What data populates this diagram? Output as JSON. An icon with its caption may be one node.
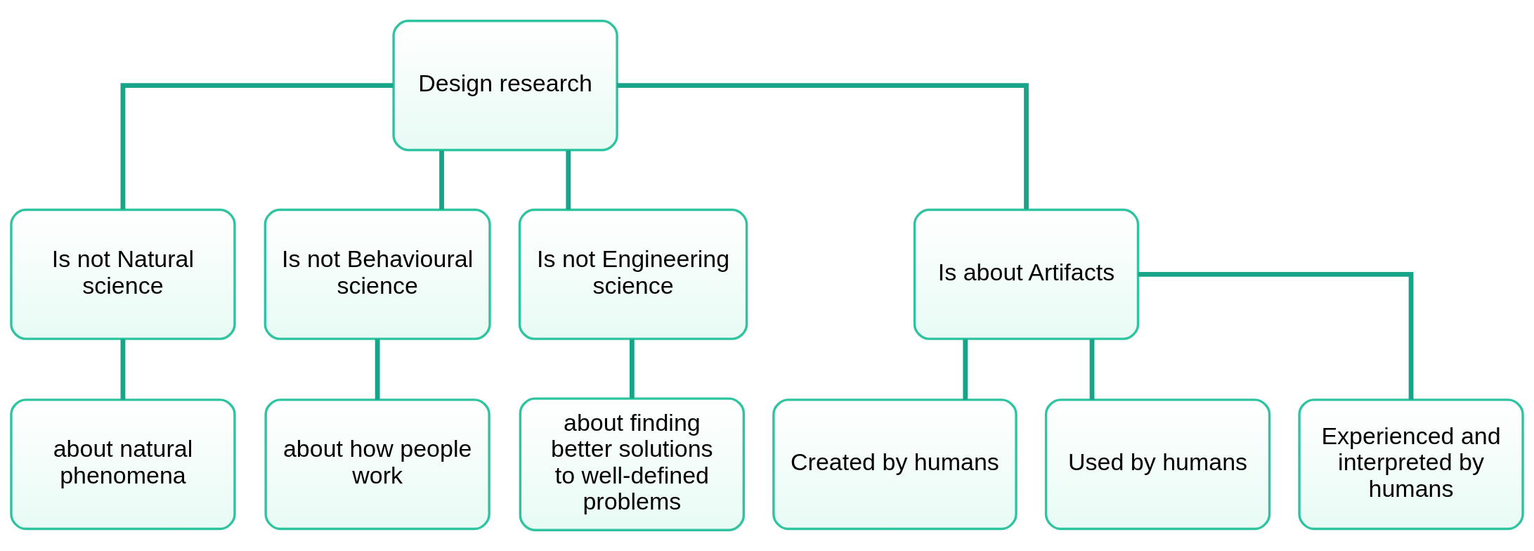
{
  "diagram": {
    "nodes": [
      {
        "text": [
          "Design research"
        ]
      },
      {
        "text": [
          "Is not Natural science"
        ]
      },
      {
        "text": [
          "Is not Behavioural science"
        ]
      },
      {
        "text": [
          "Is not Engineering science"
        ]
      },
      {
        "text": [
          "Is about Artifacts"
        ]
      },
      {
        "text": [
          "about natural phenomena"
        ]
      },
      {
        "text": [
          "about how people work"
        ]
      },
      {
        "text": [
          "about finding better solutions to well-defined problems"
        ]
      },
      {
        "text": [
          "Created by humans"
        ]
      },
      {
        "text": [
          "Used by humans"
        ]
      },
      {
        "text": [
          "Experienced and interpreted by humans"
        ]
      }
    ],
    "edges": [
      {
        "from": 0,
        "to": 1,
        "arrow": "none"
      },
      {
        "from": 0,
        "to": 2,
        "arrow": "none"
      },
      {
        "from": 0,
        "to": 3,
        "arrow": "none"
      },
      {
        "from": 0,
        "to": 4,
        "arrow": "none"
      },
      {
        "from": 1,
        "to": 5,
        "arrow": "none"
      },
      {
        "from": 2,
        "to": 6,
        "arrow": "none"
      },
      {
        "from": 3,
        "to": 7,
        "arrow": "none"
      },
      {
        "from": 4,
        "to": 8,
        "arrow": "none"
      },
      {
        "from": 4,
        "to": 9,
        "arrow": "none"
      },
      {
        "from": 4,
        "to": 10,
        "arrow": "none"
      }
    ]
  }
}
